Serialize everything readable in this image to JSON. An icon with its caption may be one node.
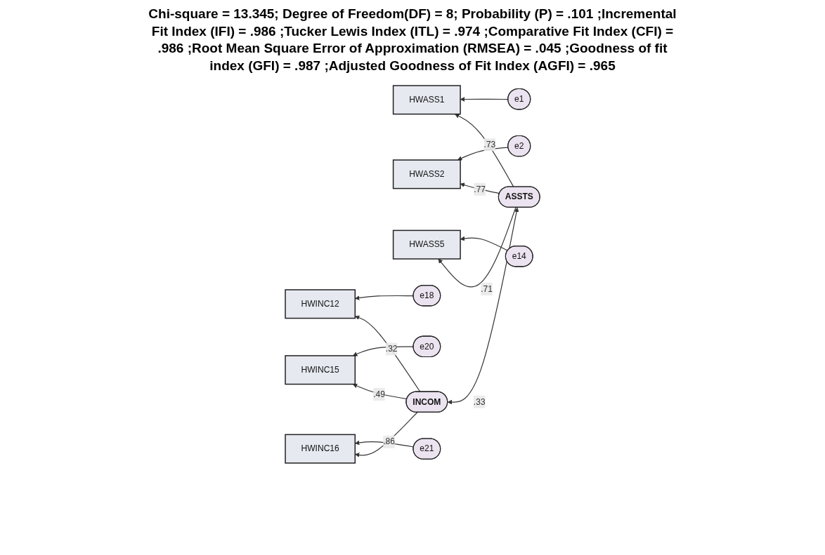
{
  "diagram": {
    "title": "Chi-square = 13.345; Degree of Freedom(DF) = 8; Probability (P) = .101 ;Incremental Fit Index (IFI) = .986 ;Tucker Lewis Index (ITL) = .974 ;Comparative Fit Index (CFI) = .986 ;Root Mean Square Error of Approximation (RMSEA) = .045 ;Goodness of fit index (GFI) = .987 ;Adjusted Goodness of Fit Index (AGFI) = .965",
    "nodes": [
      {
        "text": [
          "e1"
        ]
      },
      {
        "text": [
          "HWASS1"
        ]
      },
      {
        "text": [
          "e2"
        ]
      },
      {
        "text": [
          "HWASS2"
        ]
      },
      {
        "text": [
          "e14"
        ]
      },
      {
        "text": [
          "HWASS5"
        ]
      },
      {
        "text": [
          "ASSTS"
        ]
      },
      {
        "text": [
          "e18"
        ]
      },
      {
        "text": [
          "HWINC12"
        ]
      },
      {
        "text": [
          "e20"
        ]
      },
      {
        "text": [
          "HWINC15"
        ]
      },
      {
        "text": [
          "e21"
        ]
      },
      {
        "text": [
          "HWINC16"
        ]
      },
      {
        "text": [
          "INCOM"
        ]
      }
    ],
    "edges": [
      {
        "from": 0,
        "to": 1,
        "arrow": "to"
      },
      {
        "from": 2,
        "to": 3,
        "arrow": "to"
      },
      {
        "from": 4,
        "to": 5,
        "arrow": "to"
      },
      {
        "from": 6,
        "to": 1,
        "arrow": "to",
        "label": ".73"
      },
      {
        "from": 6,
        "to": 3,
        "arrow": "to",
        "label": ".77"
      },
      {
        "from": 6,
        "to": 5,
        "arrow": "to",
        "label": ".71"
      },
      {
        "from": 6,
        "to": 13,
        "arrow": "both",
        "label": ".33"
      },
      {
        "from": 7,
        "to": 8,
        "arrow": "to"
      },
      {
        "from": 9,
        "to": 10,
        "arrow": "to"
      },
      {
        "from": 11,
        "to": 12,
        "arrow": "to"
      },
      {
        "from": 13,
        "to": 8,
        "arrow": "to",
        "label": ".32"
      },
      {
        "from": 13,
        "to": 10,
        "arrow": "to",
        "label": ".49"
      },
      {
        "from": 13,
        "to": 12,
        "arrow": "to",
        "label": ".86"
      }
    ]
  }
}
